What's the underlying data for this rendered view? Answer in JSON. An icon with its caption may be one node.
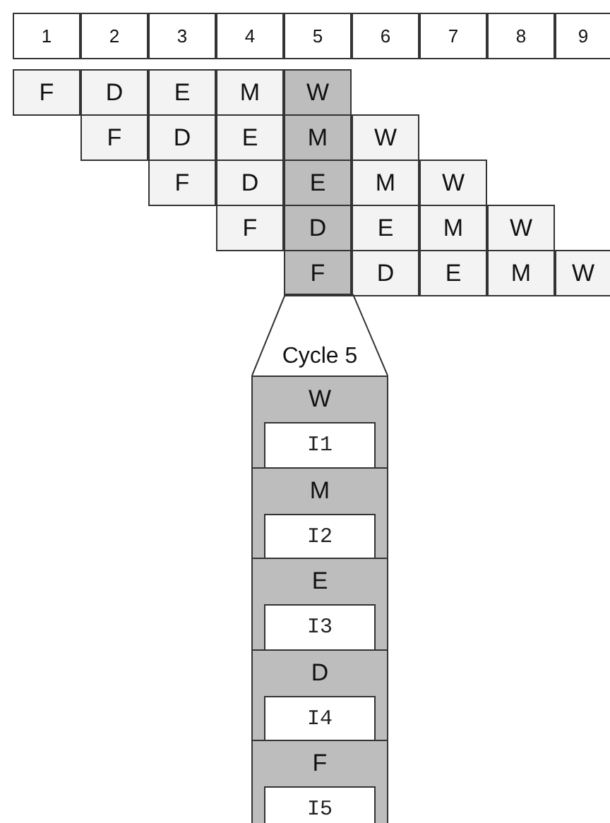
{
  "diagram": {
    "nodes": [
      {
        "text": [
          "1"
        ]
      },
      {
        "text": [
          "2"
        ]
      },
      {
        "text": [
          "3"
        ]
      },
      {
        "text": [
          "4"
        ]
      },
      {
        "text": [
          "5"
        ]
      },
      {
        "text": [
          "6"
        ]
      },
      {
        "text": [
          "7"
        ]
      },
      {
        "text": [
          "8"
        ]
      },
      {
        "text": [
          "9"
        ]
      },
      {
        "text": [
          "F"
        ]
      },
      {
        "text": [
          "D"
        ]
      },
      {
        "text": [
          "E"
        ]
      },
      {
        "text": [
          "M"
        ]
      },
      {
        "text": [
          "W"
        ]
      },
      {
        "text": [
          "F"
        ]
      },
      {
        "text": [
          "D"
        ]
      },
      {
        "text": [
          "E"
        ]
      },
      {
        "text": [
          "M"
        ]
      },
      {
        "text": [
          "W"
        ]
      },
      {
        "text": [
          "F"
        ]
      },
      {
        "text": [
          "D"
        ]
      },
      {
        "text": [
          "E"
        ]
      },
      {
        "text": [
          "M"
        ]
      },
      {
        "text": [
          "W"
        ]
      },
      {
        "text": [
          "F"
        ]
      },
      {
        "text": [
          "D"
        ]
      },
      {
        "text": [
          "E"
        ]
      },
      {
        "text": [
          "M"
        ]
      },
      {
        "text": [
          "W"
        ]
      },
      {
        "text": [
          "F"
        ]
      },
      {
        "text": [
          "D"
        ]
      },
      {
        "text": [
          "E"
        ]
      },
      {
        "text": [
          "M"
        ]
      },
      {
        "text": [
          "W"
        ]
      },
      {
        "text": [
          "Cycle 5"
        ]
      },
      {
        "text": [
          "W"
        ]
      },
      {
        "text": [
          "I1"
        ],
        "in": 35
      },
      {
        "text": [
          "M"
        ]
      },
      {
        "text": [
          "I2"
        ],
        "in": 37
      },
      {
        "text": [
          "E"
        ]
      },
      {
        "text": [
          "I3"
        ],
        "in": 39
      },
      {
        "text": [
          "D"
        ]
      },
      {
        "text": [
          "I4"
        ],
        "in": 41
      },
      {
        "text": [
          "F"
        ]
      },
      {
        "text": [
          "I5"
        ],
        "in": 43
      }
    ]
  }
}
